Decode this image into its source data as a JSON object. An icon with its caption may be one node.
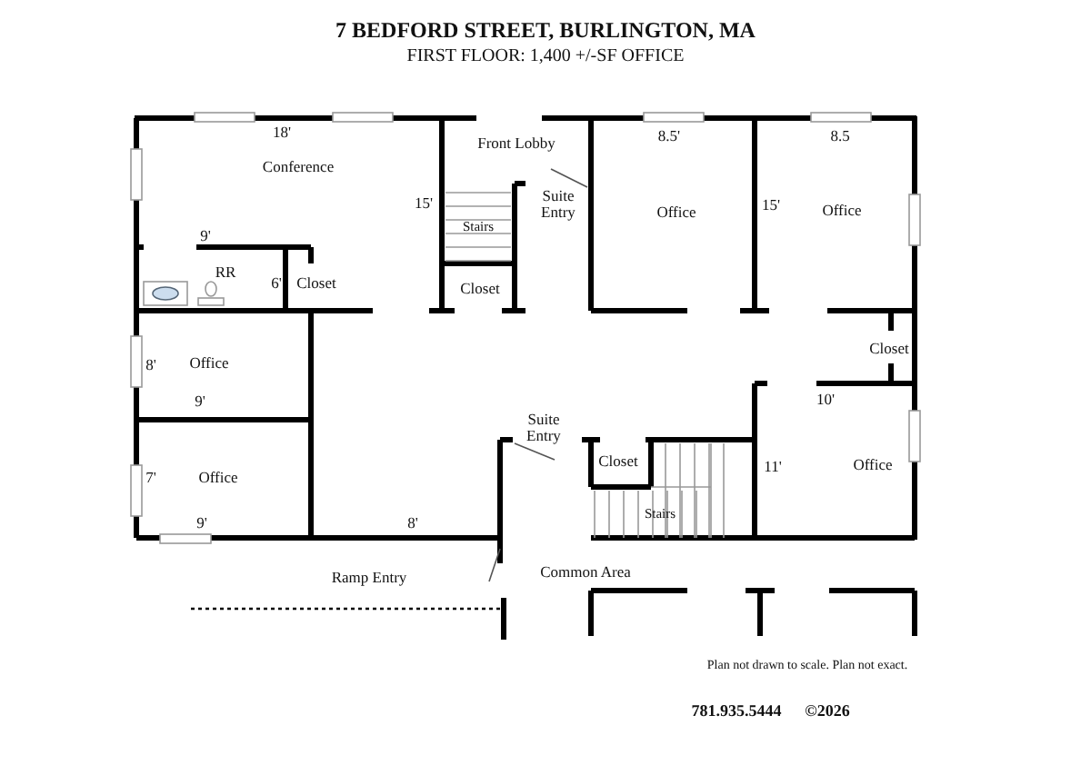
{
  "diagram": {
    "title": "7 BEDFORD STREET, BURLINGTON, MA",
    "labels": [
      "FIRST FLOOR:  1,400 +/-SF OFFICE",
      "18'",
      "Front Lobby",
      "8.5'",
      "8.5",
      "Conference",
      "15'",
      "Suite Entry",
      "Office",
      "15'",
      "Office",
      "Stairs",
      "9'",
      "RR",
      "6'",
      "Closet",
      "Closet",
      "Closet",
      "8'",
      "Office",
      "9'",
      "10'",
      "Suite Entry",
      "Closet",
      "7'",
      "Office",
      "11'",
      "Office",
      "Stairs",
      "9'",
      "8'",
      "Ramp Entry",
      "Common Area",
      "Plan not drawn to scale.  Plan not exact.",
      "781.935.5444",
      "©2026"
    ]
  }
}
